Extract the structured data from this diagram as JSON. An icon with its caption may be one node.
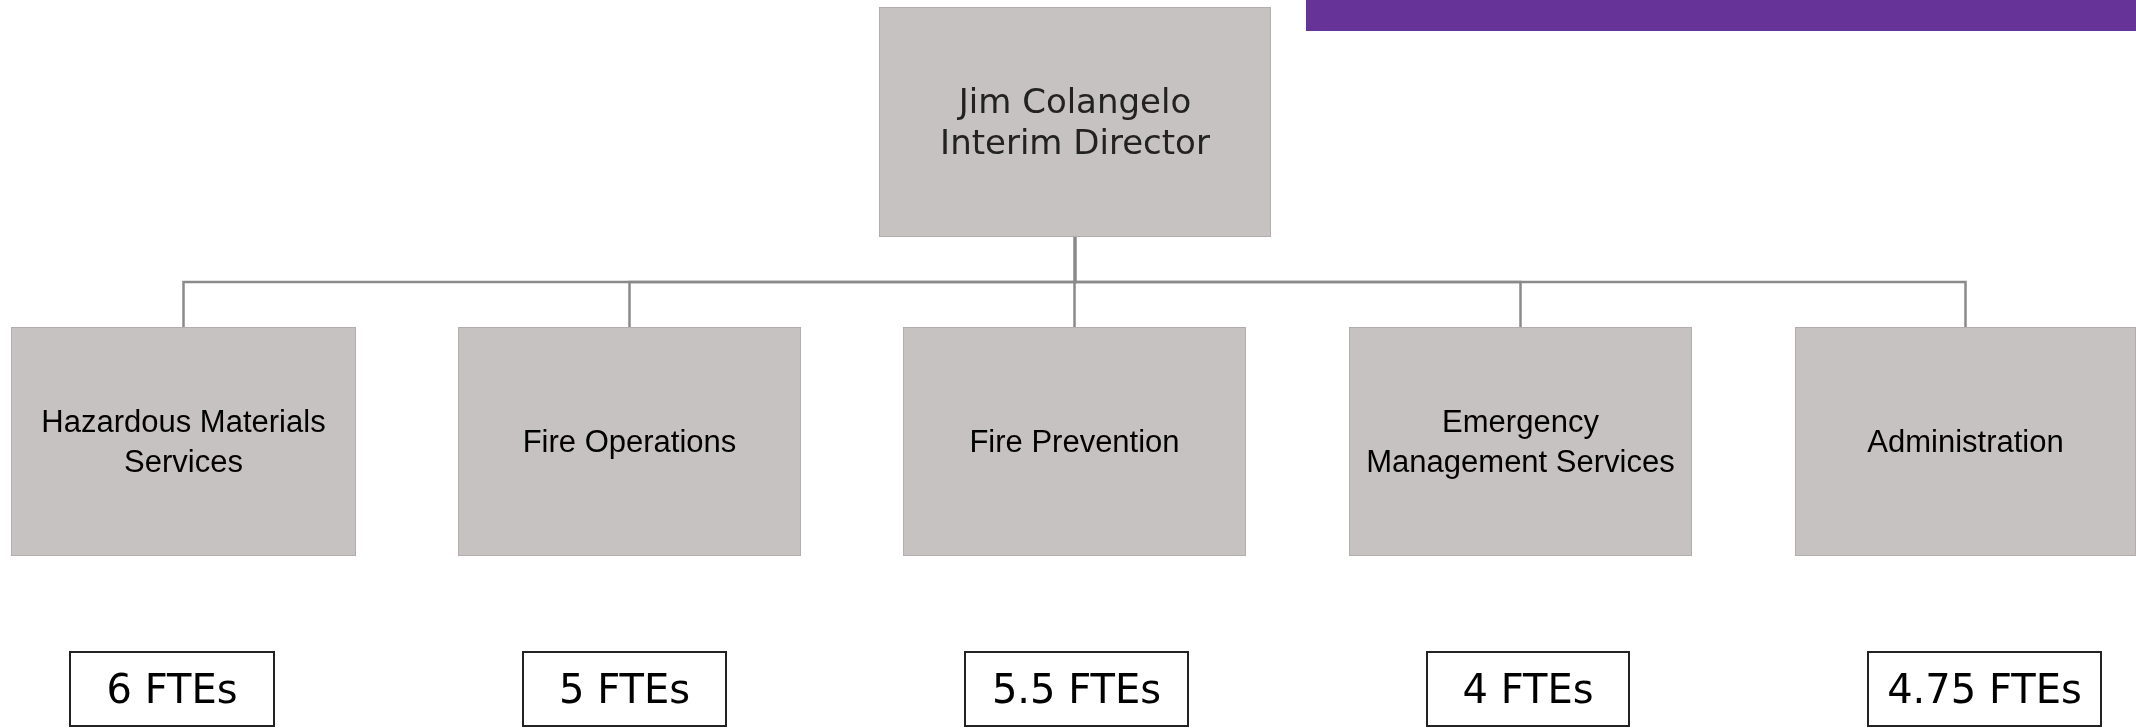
{
  "diagram": {
    "nodes": [
      {
        "text": [
          "Jim Colangelo Interim Director"
        ]
      },
      {
        "text": [
          "Hazardous Materials Services"
        ]
      },
      {
        "text": [
          "Fire Operations"
        ]
      },
      {
        "text": [
          "Fire Prevention"
        ]
      },
      {
        "text": [
          "Emergency Management Services"
        ]
      },
      {
        "text": [
          "Administration"
        ]
      },
      {
        "text": [
          "6 FTEs"
        ]
      },
      {
        "text": [
          "5 FTEs"
        ]
      },
      {
        "text": [
          "5.5 FTEs"
        ]
      },
      {
        "text": [
          "4 FTEs"
        ]
      },
      {
        "text": [
          "4.75 FTEs"
        ]
      }
    ],
    "edges": [
      {
        "from": 0,
        "to": 1,
        "arrow": "none"
      },
      {
        "from": 0,
        "to": 2,
        "arrow": "none"
      },
      {
        "from": 0,
        "to": 3,
        "arrow": "none"
      },
      {
        "from": 0,
        "to": 4,
        "arrow": "none"
      },
      {
        "from": 0,
        "to": 5,
        "arrow": "none"
      }
    ]
  }
}
